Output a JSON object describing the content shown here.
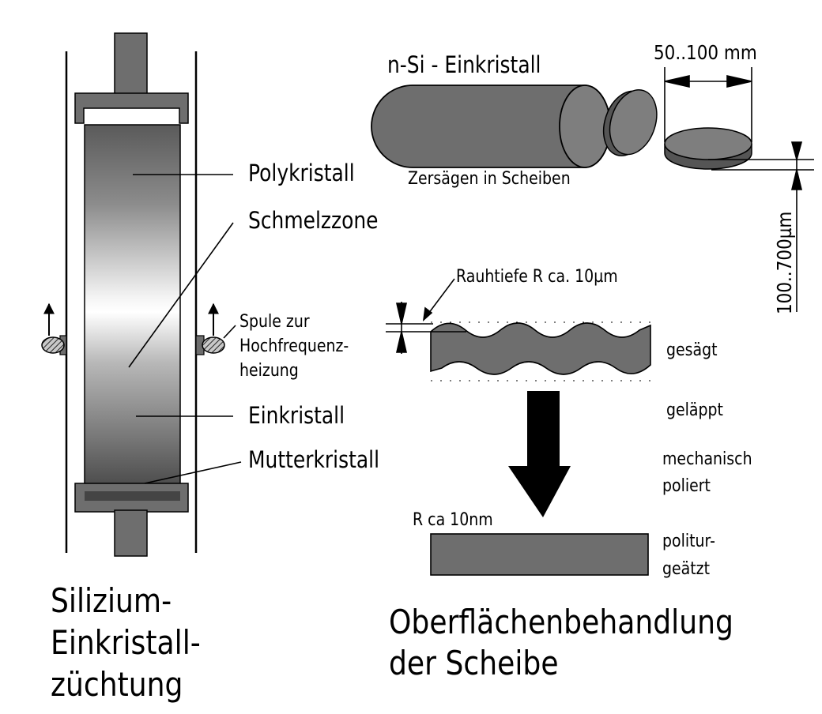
{
  "labels": {
    "polykristall": "Polykristall",
    "schmelzzone": "Schmelzzone",
    "spule": "Spule zur",
    "hochfrequenz": "Hochfrequenz-",
    "heizung": "heizung",
    "einkristall": "Einkristall",
    "mutterkristall": "Mutterkristall",
    "nsi": "n-Si - Einkristall",
    "diameter": "50..100 mm",
    "zersaegen": "Zersägen in Scheiben",
    "thickness": "100..700µm",
    "rauhtiefe": "Rauhtiefe R ca. 10µm",
    "gesaegt": "gesägt",
    "gelaeppt": "geläppt",
    "mechanisch": "mechanisch",
    "poliert": "poliert",
    "rca": "R ca 10nm",
    "politur": "politur-",
    "geaetzt": "geätzt"
  },
  "titles": {
    "left_line1": "Silizium-",
    "left_line2": "Einkristall-",
    "left_line3": "züchtung",
    "right_line1": "Oberflächenbehandlung",
    "right_line2": "der Scheibe"
  },
  "colors": {
    "dark_gray": "#6e6e6e",
    "rod_top": "#5a5a5a",
    "rod_light": "#ffffff",
    "rod_bottom": "#4d4d4d"
  }
}
